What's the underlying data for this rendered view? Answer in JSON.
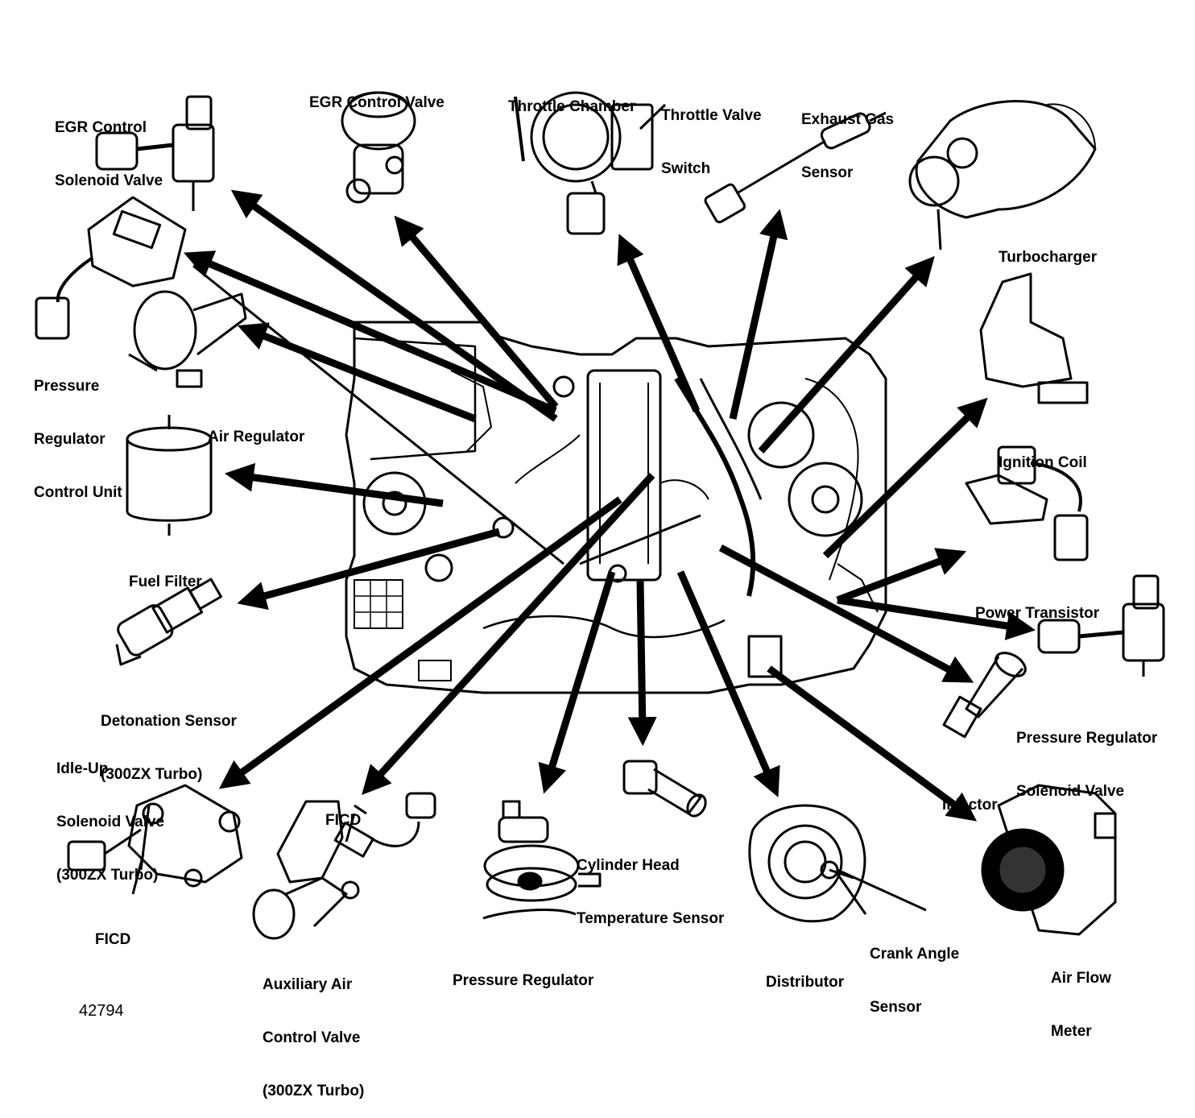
{
  "figure_number": "42794",
  "labels": {
    "egr_control_solenoid_valve": [
      "EGR Control",
      "Solenoid Valve"
    ],
    "egr_control_valve": [
      "EGR Control Valve"
    ],
    "throttle_chamber": [
      "Throttle Chamber"
    ],
    "throttle_valve_switch": [
      "Throttle Valve",
      "Switch"
    ],
    "exhaust_gas_sensor": [
      "Exhaust Gas",
      "Sensor"
    ],
    "turbocharger": [
      "Turbocharger"
    ],
    "pressure_regulator_control_unit": [
      "Pressure",
      "Regulator",
      "Control Unit"
    ],
    "air_regulator": [
      "Air Regulator"
    ],
    "ignition_coil": [
      "Ignition Coil"
    ],
    "fuel_filter": [
      "Fuel Filter"
    ],
    "power_transistor": [
      "Power Transistor"
    ],
    "detonation_sensor": [
      "Detonation Sensor",
      "(300ZX Turbo)"
    ],
    "pressure_regulator_solenoid_valve": [
      "Pressure Regulator",
      "Solenoid Valve"
    ],
    "injector": [
      "Injector"
    ],
    "idle_up_solenoid_valve": [
      "Idle-Up",
      "Solenoid Valve",
      "(300ZX Turbo)"
    ],
    "ficd_top": [
      "FICD"
    ],
    "ficd_bottom": [
      "FICD"
    ],
    "cylinder_head_temperature_sensor": [
      "Cylinder Head",
      "Temperature Sensor"
    ],
    "crank_angle_sensor": [
      "Crank Angle",
      "Sensor"
    ],
    "air_flow_meter": [
      "Air Flow",
      "Meter"
    ],
    "auxiliary_air_control_valve": [
      "Auxiliary Air",
      "Control Valve",
      "(300ZX Turbo)"
    ],
    "pressure_regulator": [
      "Pressure Regulator"
    ],
    "distributor": [
      "Distributor"
    ]
  }
}
